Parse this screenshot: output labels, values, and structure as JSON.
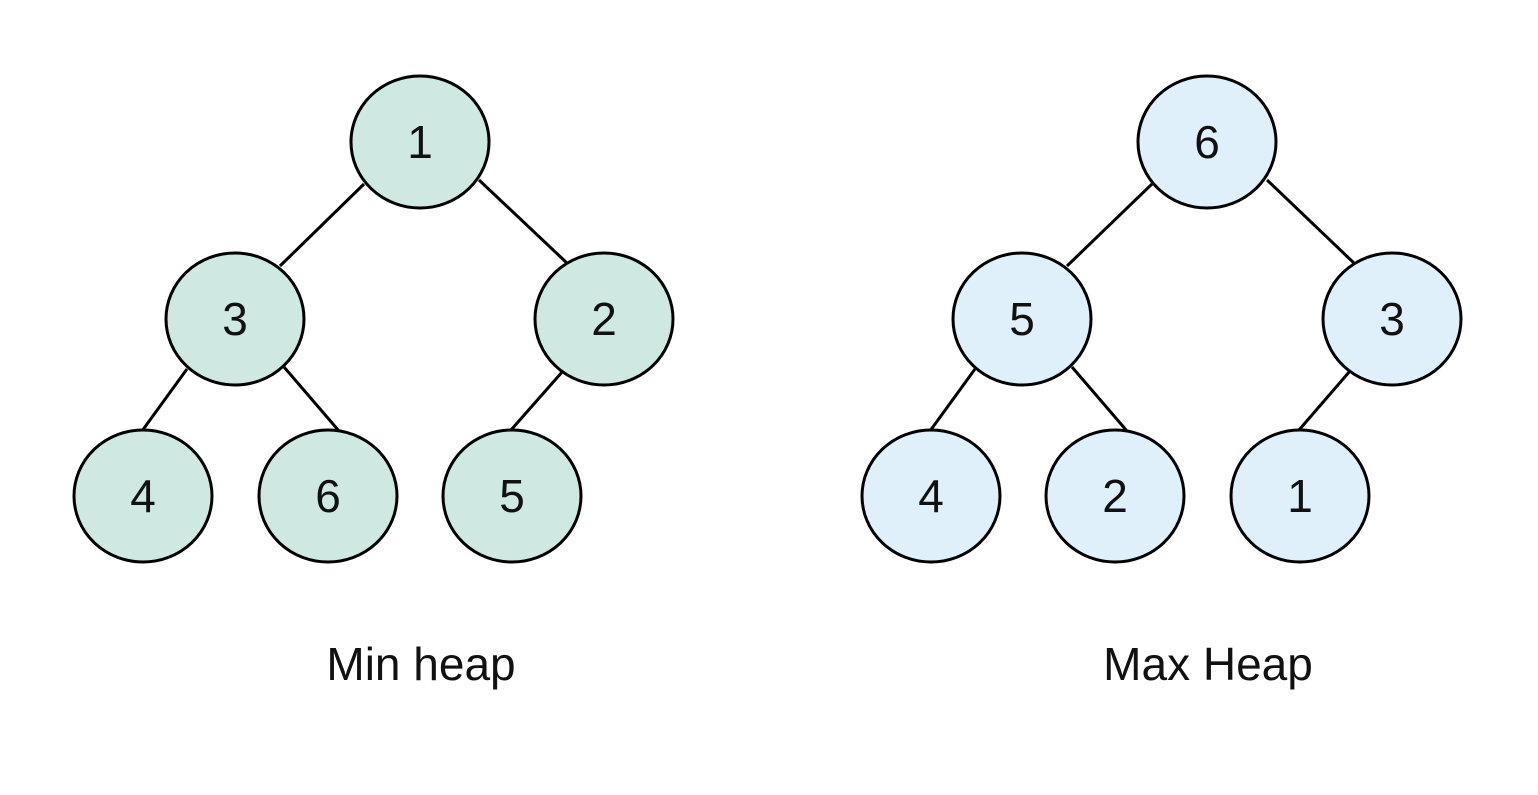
{
  "colors": {
    "min_heap_fill": "#cfe9e2",
    "max_heap_fill": "#e0f0fa",
    "stroke": "#000000",
    "text": "#111111"
  },
  "min_heap": {
    "caption": "Min heap",
    "nodes": [
      "1",
      "3",
      "2",
      "4",
      "6",
      "5"
    ]
  },
  "max_heap": {
    "caption": "Max Heap",
    "nodes": [
      "6",
      "5",
      "3",
      "4",
      "2",
      "1"
    ]
  }
}
